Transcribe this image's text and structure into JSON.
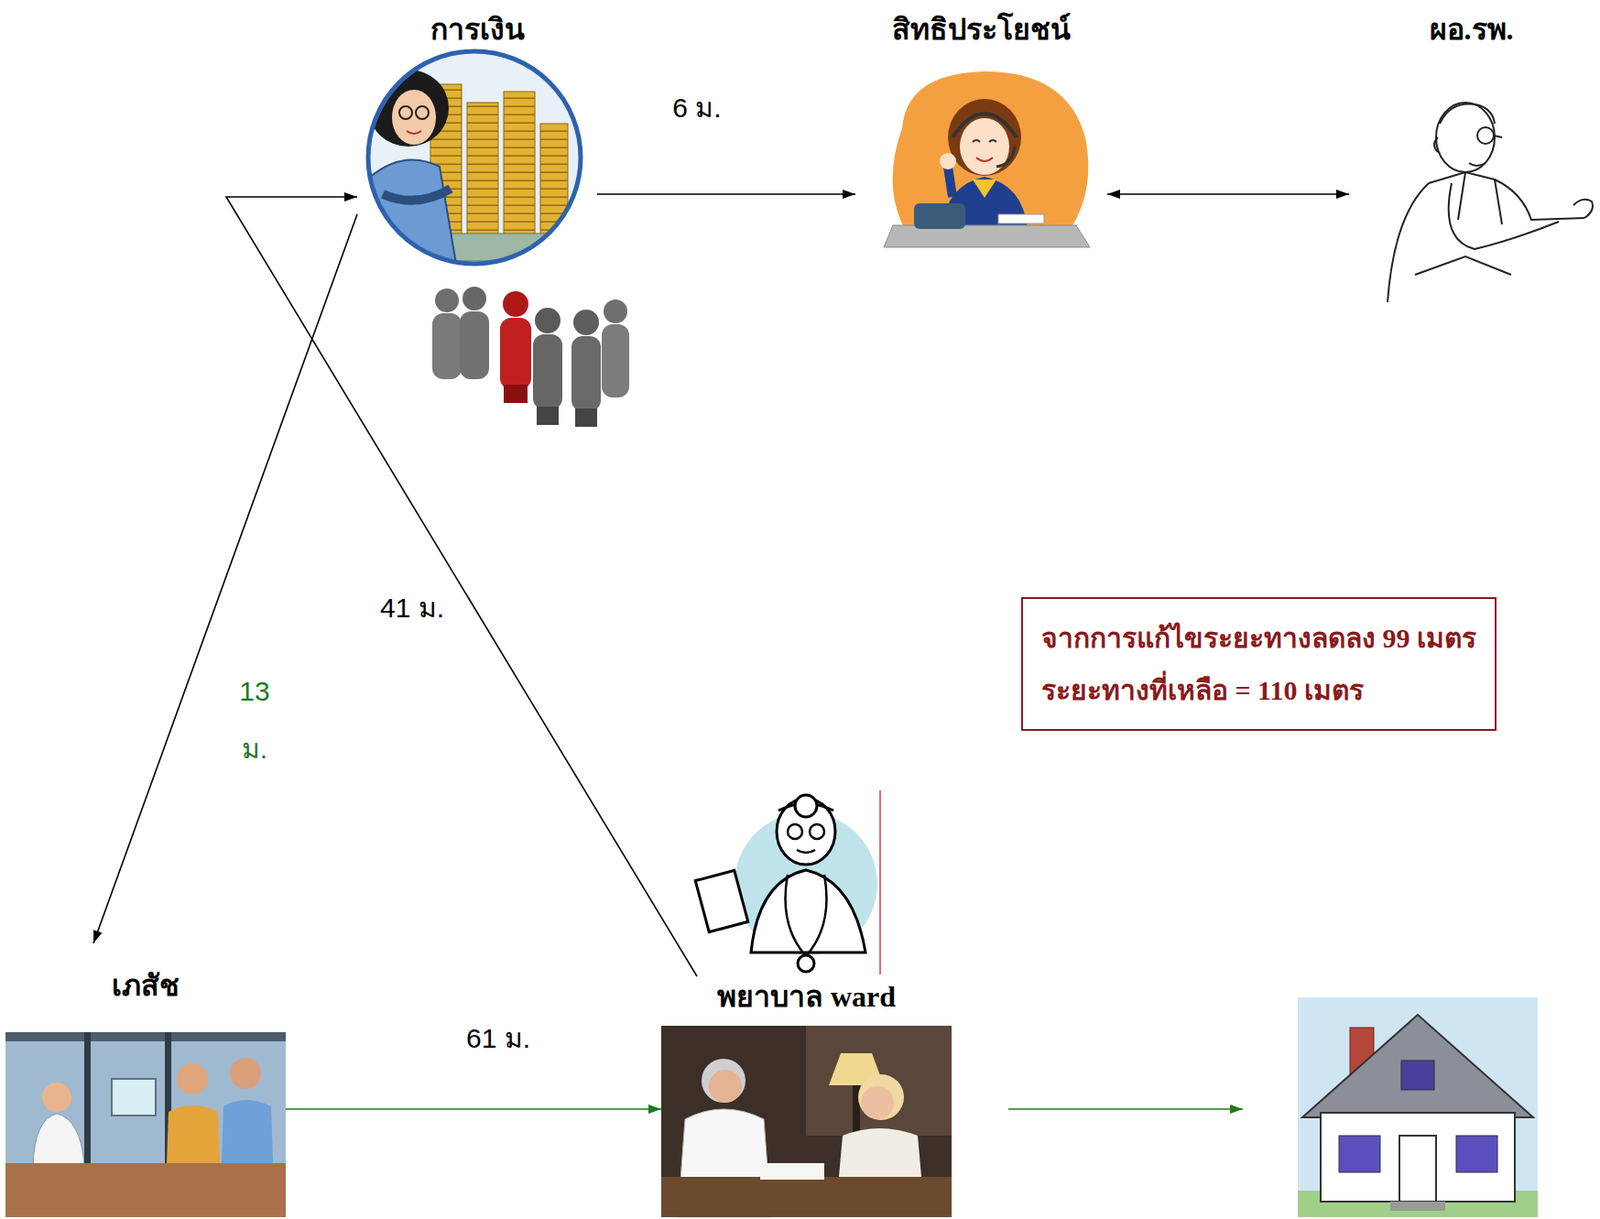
{
  "diagram": {
    "nodes": [
      {
        "text": [
          "การเงิน"
        ]
      },
      {
        "text": [
          "สิทธิประโยชน์"
        ]
      },
      {
        "text": [
          "ผอ.รพ."
        ]
      },
      {
        "text": [
          "จากการแก้ไขระยะทางลดลง 99 เมตร",
          "ระยะทางที่เหลือ = 110 เมตร"
        ]
      },
      {
        "text": [
          "เภสัช"
        ]
      },
      {
        "text": [
          "พยาบาล ward"
        ]
      }
    ],
    "edges": [
      {
        "from": 0,
        "to": 1,
        "arrow": "to",
        "label": "6 ม."
      },
      {
        "from": 1,
        "to": 2,
        "arrow": "both"
      },
      {
        "from": 5,
        "to": 0,
        "arrow": "to",
        "label": "41 ม."
      },
      {
        "from": 0,
        "to": 4,
        "arrow": "to",
        "label": "13 ม."
      },
      {
        "from": 4,
        "to": 5,
        "arrow": "to",
        "label": "61 ม."
      }
    ]
  }
}
